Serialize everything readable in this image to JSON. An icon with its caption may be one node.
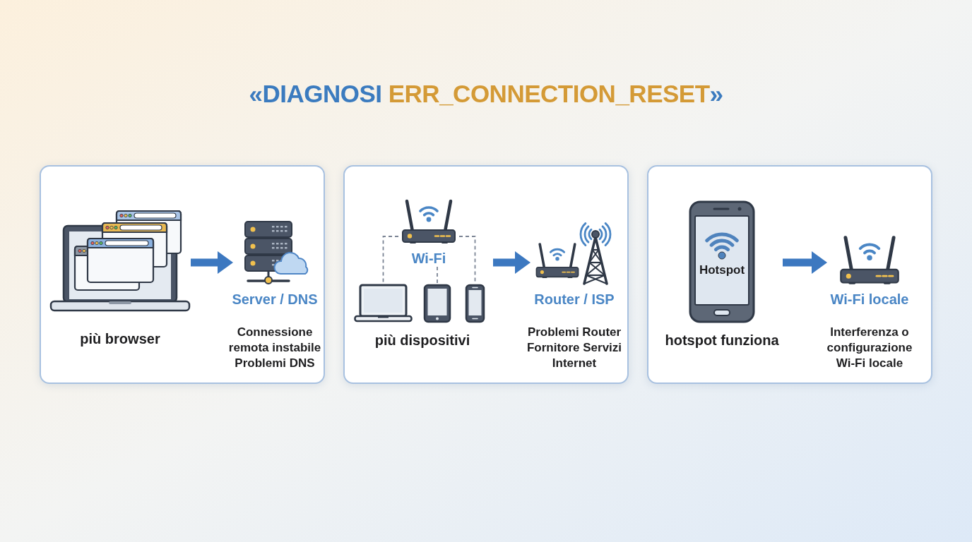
{
  "diagram": {
    "title": "«DIAGNOSI ERR_CONNECTION_RESET»",
    "nodes": [
      {
        "text": [],
        "shape": "box"
      },
      {
        "text": [
          "più browser"
        ],
        "in": 0
      },
      {
        "text": [
          "Server / DNS",
          "Connessione remota instabile Problemi DNS"
        ],
        "in": 0
      },
      {
        "text": [],
        "shape": "box"
      },
      {
        "text": [
          "più dispositivi"
        ],
        "in": 3
      },
      {
        "text": [
          "Wi-Fi"
        ],
        "in": 4
      },
      {
        "text": [],
        "shape": "picture",
        "in": 4
      },
      {
        "text": [],
        "shape": "picture",
        "in": 4
      },
      {
        "text": [],
        "shape": "picture",
        "in": 4
      },
      {
        "text": [
          "Router / ISP",
          "Problemi Router Fornitore Servizi Internet"
        ],
        "in": 3
      },
      {
        "text": [],
        "shape": "box"
      },
      {
        "text": [
          "Hotspot",
          "hotspot funziona"
        ],
        "in": 10
      },
      {
        "text": [
          "Wi-Fi locale",
          "Interferenza o configurazione Wi-Fi locale"
        ],
        "in": 10
      }
    ],
    "edges": [
      {
        "from": 1,
        "to": 2,
        "arrow": "to",
        "style": "thick"
      },
      {
        "from": 5,
        "to": 6,
        "arrow": "none",
        "style": "dashed",
        "color": "#7b8494"
      },
      {
        "from": 5,
        "to": 7,
        "arrow": "none",
        "style": "dashed",
        "color": "#7b8494"
      },
      {
        "from": 5,
        "to": 8,
        "arrow": "none",
        "style": "dashed",
        "color": "#7b8494"
      },
      {
        "from": 4,
        "to": 9,
        "arrow": "to",
        "style": "thick"
      },
      {
        "from": 11,
        "to": 12,
        "arrow": "to",
        "style": "thick"
      }
    ]
  }
}
